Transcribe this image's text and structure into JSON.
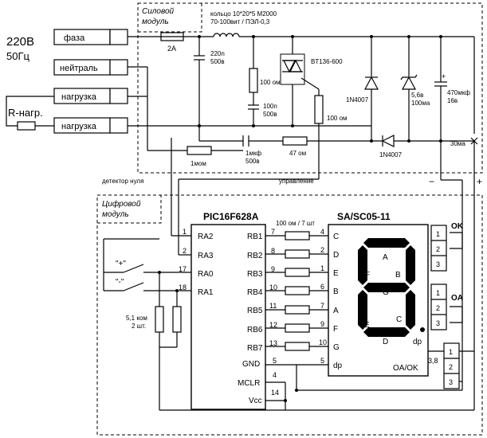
{
  "power_module": {
    "title_line1": "Силовой",
    "title_line2": "модуль",
    "mains_voltage": "220В",
    "mains_freq": "50Гц",
    "terminals": {
      "phase": "фаза",
      "neutral": "нейтраль",
      "load1": "нагрузка",
      "load2": "нагрузка"
    },
    "load_label": "R-нагр.",
    "fuse": "2А",
    "choke_line1": "кольцо 10*20*5 М2000",
    "choke_line2": "70-100вит / ПЭЛ-0,3",
    "c1_value": "220n",
    "c1_voltage": "500в",
    "r_snubber": "100 ом",
    "c_snubber_value": "100n",
    "c_snubber_voltage": "500в",
    "triac": "BT136-600",
    "r_gate": "100 ом",
    "r_zero": "1мом",
    "c_drop_value": "1мкф",
    "c_drop_voltage": "500в",
    "r_drop": "47 ом",
    "diode1": "1N4007",
    "diode2": "1N4007",
    "zener_value": "5,6в",
    "zener_current": "100ма",
    "c_filter_value": "470мкф",
    "c_filter_voltage": "16в",
    "current_note": "30ма",
    "minus_sign": "−",
    "plus_sign": "+"
  },
  "signals": {
    "zero_detector": "детектор нуля",
    "control": "управление"
  },
  "digital_module": {
    "title_line1": "Цифровой",
    "title_line2": "модуль",
    "mcu": "PIC16F628A",
    "display": "SA/SC05-11",
    "resistor_array": "100 ом / 7 шт",
    "button_plus": "\"+\"",
    "button_minus": "\"-\"",
    "pulldown_value": "5,1 ком",
    "pulldown_count": "2 шт.",
    "mcu_left_pins": [
      {
        "num": "1",
        "name": "RA2"
      },
      {
        "num": "2",
        "name": "RA3"
      },
      {
        "num": "17",
        "name": "RA0"
      },
      {
        "num": "18",
        "name": "RA1"
      }
    ],
    "mcu_right_pins": [
      {
        "num": "7",
        "name": "RB1"
      },
      {
        "num": "8",
        "name": "RB2"
      },
      {
        "num": "9",
        "name": "RB3"
      },
      {
        "num": "10",
        "name": "RB4"
      },
      {
        "num": "11",
        "name": "RB5"
      },
      {
        "num": "12",
        "name": "RB6"
      },
      {
        "num": "13",
        "name": "RB7"
      },
      {
        "num": "5",
        "name": "GND"
      },
      {
        "num": "4",
        "name": "MCLR"
      },
      {
        "num": "14",
        "name": "Vcc"
      }
    ],
    "display_pins": [
      {
        "num": "4",
        "name": "C"
      },
      {
        "num": "2",
        "name": "D"
      },
      {
        "num": "1",
        "name": "E"
      },
      {
        "num": "6",
        "name": "B"
      },
      {
        "num": "7",
        "name": "A"
      },
      {
        "num": "9",
        "name": "F"
      },
      {
        "num": "10",
        "name": "G"
      },
      {
        "num": "5",
        "name": "dp"
      }
    ],
    "segments": {
      "a": "A",
      "b": "B",
      "c": "C",
      "d": "D",
      "e": "E",
      "f": "F",
      "g": "G",
      "dp": "dp"
    },
    "common_label": "OA/OK",
    "common_pins": "3,8",
    "jumper_ok": {
      "label": "OK",
      "pins": [
        "1",
        "2",
        "3"
      ]
    },
    "jumper_oa": {
      "label": "OA",
      "pins": [
        "1",
        "2",
        "3"
      ]
    },
    "jumper_common": {
      "pins": [
        "1",
        "2",
        "3"
      ]
    }
  }
}
